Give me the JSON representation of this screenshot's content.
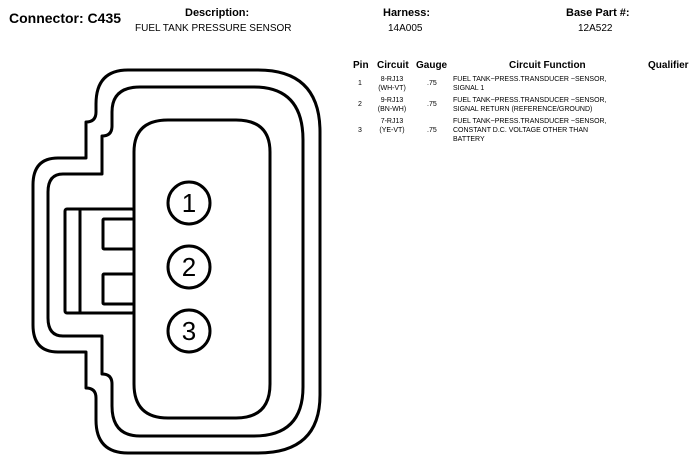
{
  "header": {
    "connector_label": "Connector: C435",
    "description_label": "Description:",
    "description_value": "FUEL TANK PRESSURE SENSOR",
    "harness_label": "Harness:",
    "harness_value": "14A005",
    "base_part_label": "Base Part #:",
    "base_part_value": "12A522"
  },
  "table": {
    "columns": {
      "pin": "Pin",
      "circuit": "Circuit",
      "gauge": "Gauge",
      "circuit_function": "Circuit Function",
      "qualifier": "Qualifier"
    },
    "rows": [
      {
        "pin": "1",
        "circuit_line1": "8-RJ13",
        "circuit_line2": "(WH-VT)",
        "gauge": ".75",
        "function_line1": "FUEL TANK~PRESS.TRANSDUCER ~SENSOR,",
        "function_line2": "SIGNAL 1",
        "function_line3": ""
      },
      {
        "pin": "2",
        "circuit_line1": "9-RJ13",
        "circuit_line2": "(BN-WH)",
        "gauge": ".75",
        "function_line1": "FUEL TANK~PRESS.TRANSDUCER ~SENSOR,",
        "function_line2": "SIGNAL RETURN (REFERENCE/GROUND)",
        "function_line3": ""
      },
      {
        "pin": "3",
        "circuit_line1": "7-RJ13",
        "circuit_line2": "(YE-VT)",
        "gauge": ".75",
        "function_line1": "FUEL TANK~PRESS.TRANSDUCER ~SENSOR,",
        "function_line2": "CONSTANT D.C. VOLTAGE OTHER THAN",
        "function_line3": "BATTERY"
      }
    ]
  },
  "diagram": {
    "pin_labels": [
      "1",
      "2",
      "3"
    ],
    "line_color": "#000000",
    "fill_color": "#ffffff"
  }
}
